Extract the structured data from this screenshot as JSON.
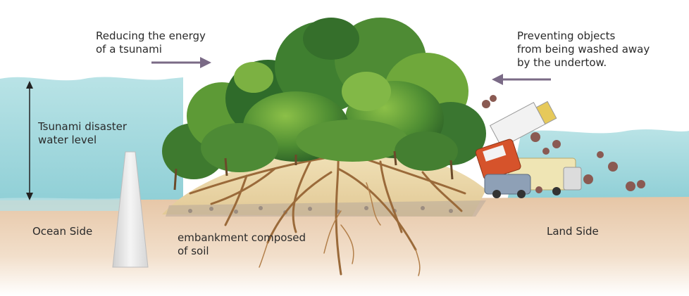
{
  "labels": {
    "reducing": [
      "Reducing the energy",
      "of a tsunami"
    ],
    "preventing": [
      "Preventing objects",
      "from being washed away",
      "by the undertow."
    ],
    "water_level": [
      "Tsunami disaster",
      "water level"
    ],
    "embankment": [
      "embankment composed",
      "of soil"
    ],
    "ocean_side": "Ocean Side",
    "land_side": "Land Side"
  },
  "colors": {
    "water": "#9fd6dc",
    "water_deep": "#6fbfc9",
    "soil": "#e9cdb0",
    "embankment": "#ecd7a8",
    "forest_dark": "#2f6f2b",
    "forest_light": "#7fb23c",
    "roots": "#9a6a3a",
    "arrow": "#7a6a86",
    "seawall": "#dcdcdc"
  },
  "icons": {
    "energy_arrow": "arrow-right-icon",
    "undertow_arrow": "arrow-left-icon",
    "water_level_marker": "double-arrow-vertical-icon"
  }
}
